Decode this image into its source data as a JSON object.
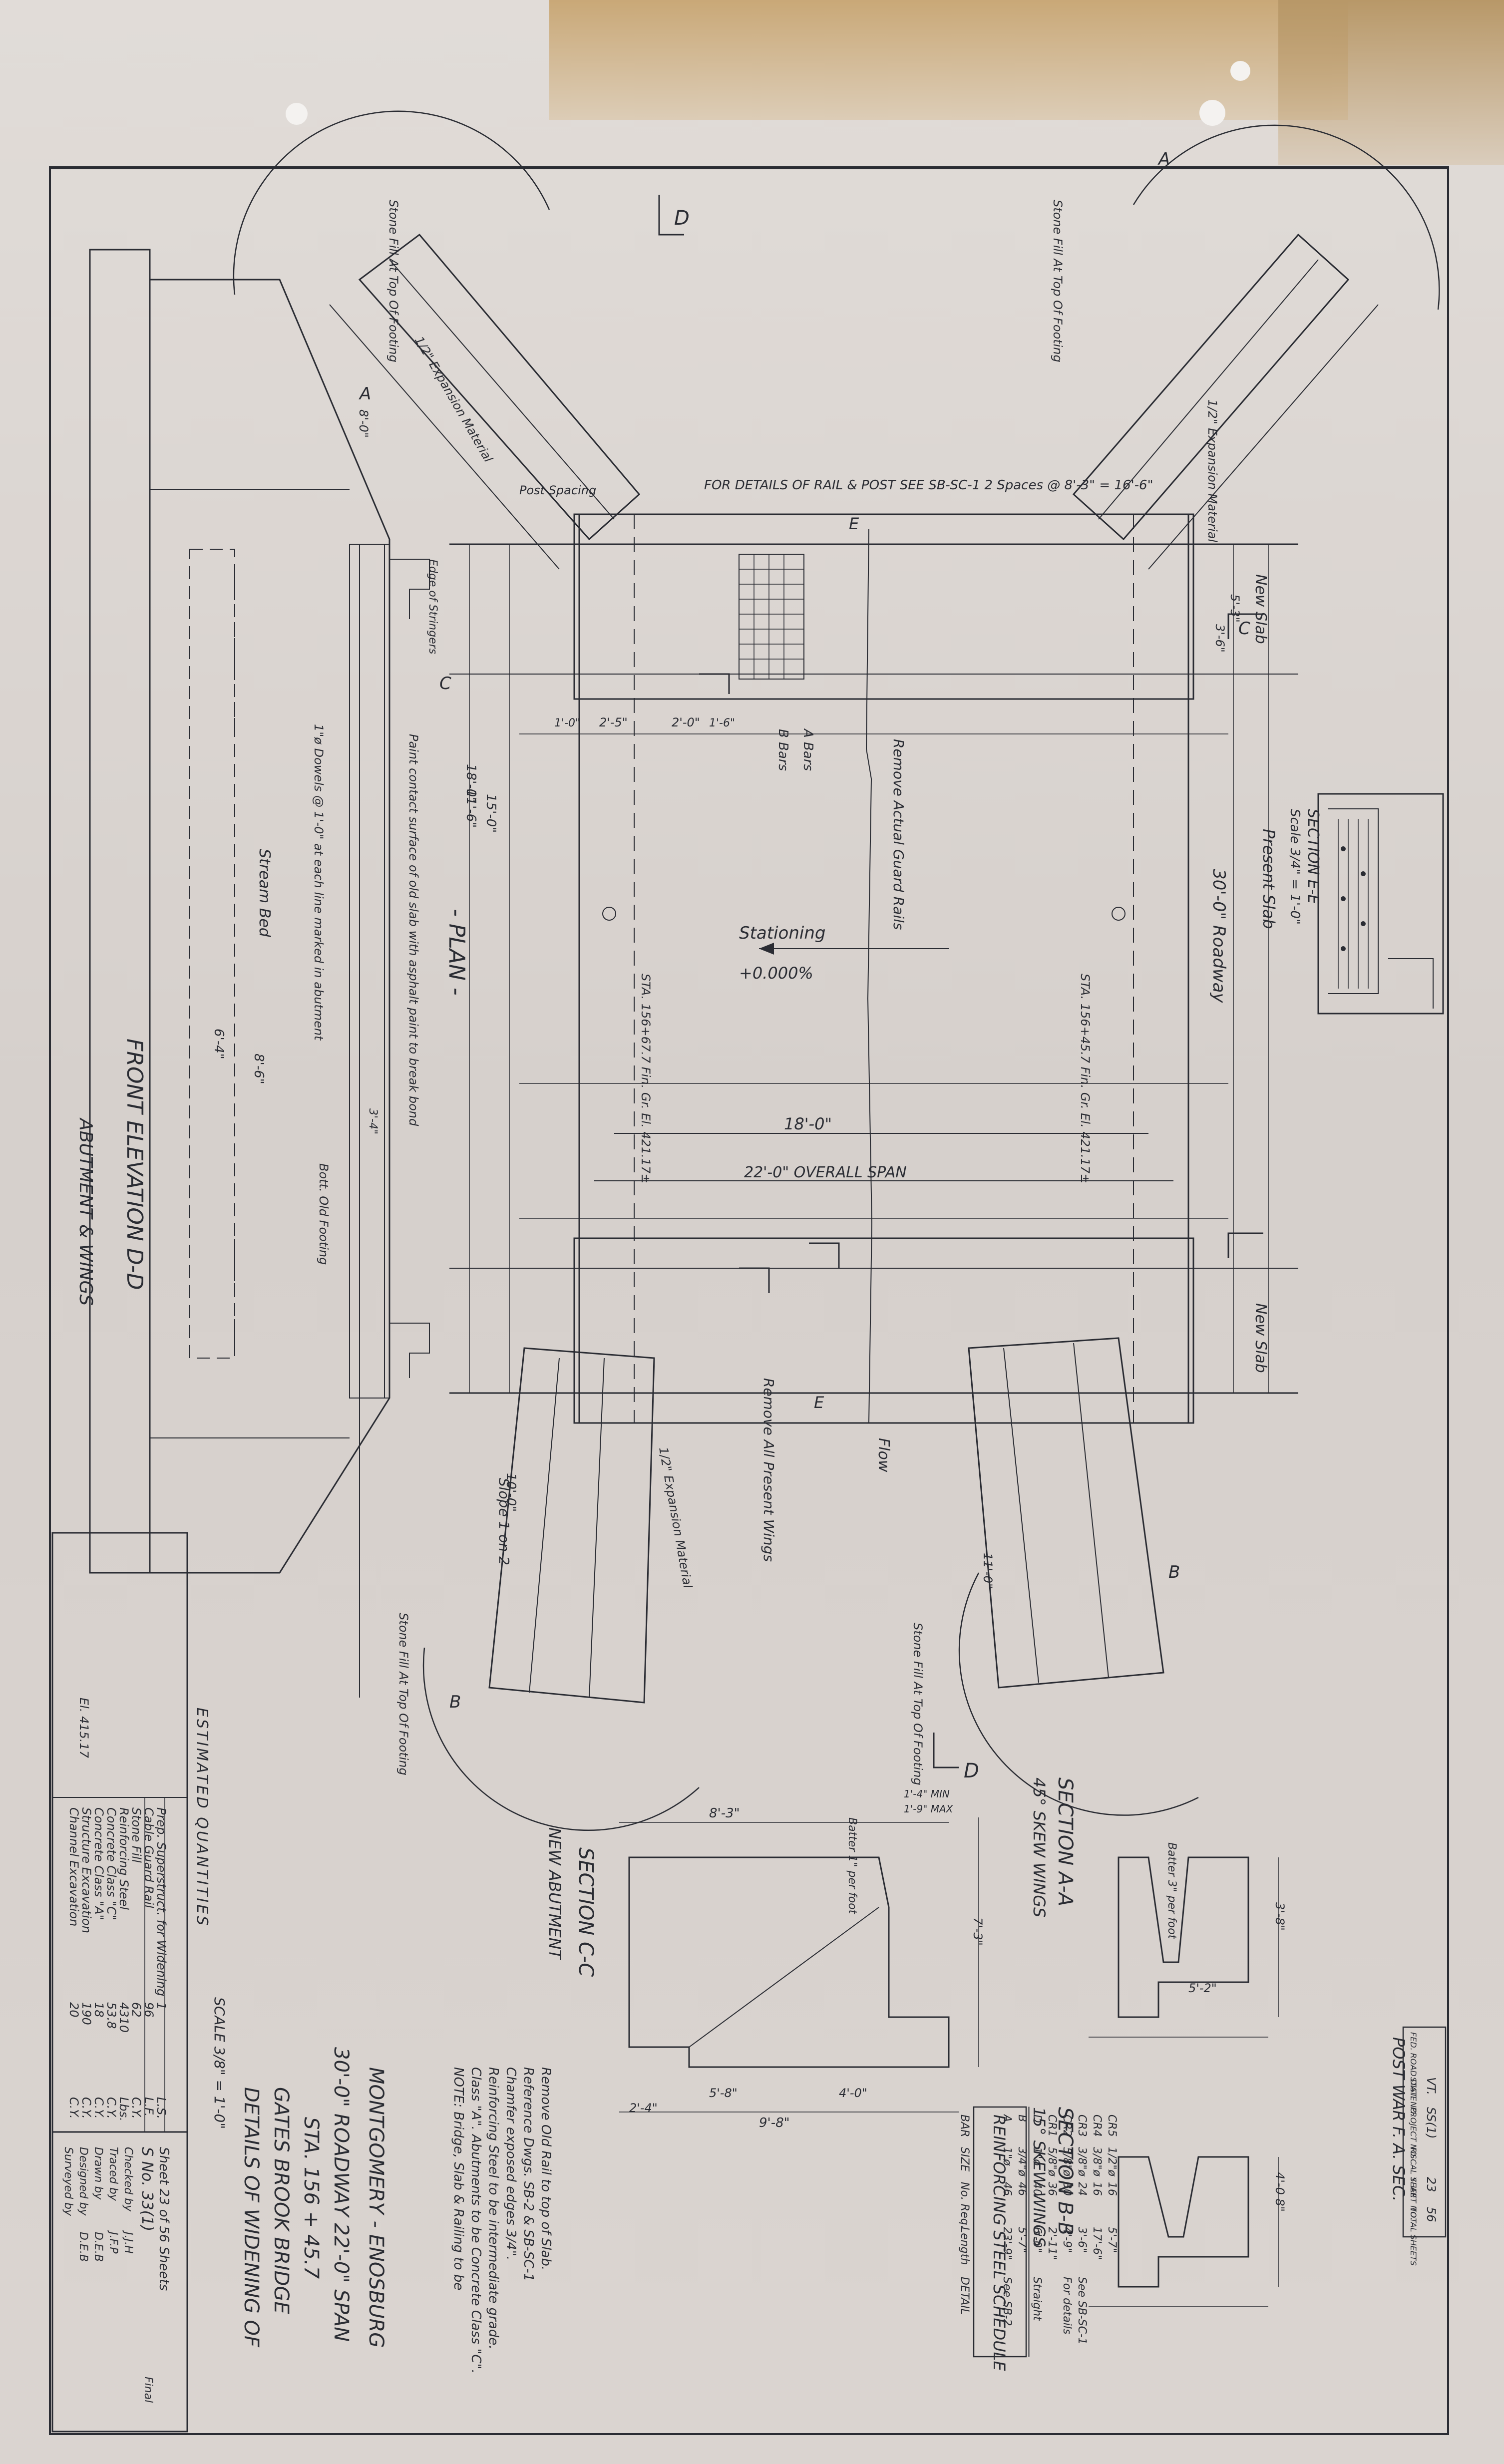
{
  "state_box": {
    "headers": [
      "FED. ROAD DIST. NO.",
      "STATE",
      "PROJECT NO.",
      "FISCAL YEAR",
      "SHEET NO.",
      "TOTAL SHEETS"
    ],
    "state": "VT.",
    "project": "SS(1)",
    "sheet": "23",
    "total": "56",
    "caption": "POST WAR F. A. SEC."
  },
  "title_block": {
    "lines": [
      "DETAILS OF WIDENING OF",
      "GATES BROOK BRIDGE",
      "STA. 156 + 45.7",
      "30'-0\" ROADWAY    22'-0\" SPAN",
      "MONTGOMERY - ENOSBURG"
    ],
    "scale": "SCALE 3/8\" = 1'-0\""
  },
  "credits": {
    "rows": [
      {
        "label": "Surveyed by",
        "value": ""
      },
      {
        "label": "Designed by",
        "value": "D.E.B"
      },
      {
        "label": "Drawn by",
        "value": "D.E.B"
      },
      {
        "label": "Traced by",
        "value": "J.F.P"
      },
      {
        "label": "Checked by",
        "value": "J.J.H"
      }
    ],
    "series": "S No. 33(1)",
    "sheet": "Sheet 23 of 56 Sheets",
    "final": "Final"
  },
  "quantities": {
    "heading": "ESTIMATED QUANTITIES",
    "items": [
      {
        "item": "Channel Excavation",
        "q1": "20",
        "q2": "",
        "unit": "C.Y."
      },
      {
        "item": "Structure Excavation",
        "q1": "190",
        "q2": "",
        "unit": "C.Y."
      },
      {
        "item": "Concrete Class \"A\"",
        "q1": "18",
        "q2": "",
        "unit": "C.Y."
      },
      {
        "item": "Concrete Class \"C\"",
        "q1": "53.8",
        "q2": "",
        "unit": "C.Y."
      },
      {
        "item": "Reinforcing Steel",
        "q1": "4310",
        "q2": "",
        "unit": "Lbs."
      },
      {
        "item": "Stone Fill",
        "q1": "62",
        "q2": "",
        "unit": "C.Y."
      },
      {
        "item": "Cable Guard Rail",
        "q1": "96",
        "q2": "",
        "unit": "L.F."
      },
      {
        "item": "Prep. Superstruct. for Widening",
        "q1": "1",
        "q2": "",
        "unit": "L.S."
      }
    ]
  },
  "schedule": {
    "title": "REINFORCING STEEL SCHEDULE",
    "headers": [
      "BAR",
      "SIZE",
      "No. Req.",
      "Length",
      "DETAIL"
    ],
    "rows": [
      [
        "A",
        "1\"ø",
        "46",
        "23'-9\"",
        "See SB-2"
      ],
      [
        "B",
        "3/4\"ø",
        "46",
        "5'-7\"",
        ""
      ],
      [
        "D",
        "1\"ø",
        "40",
        "6'-0\"",
        "Straight"
      ],
      [
        "CR1",
        "5/8\"ø",
        "36",
        "2'-11\"",
        ""
      ],
      [
        "CR2",
        "5/8\"ø",
        "30",
        "4'-9\"",
        "For details"
      ],
      [
        "CR3",
        "3/8\"ø",
        "24",
        "3'-6\"",
        "See SB-SC-1"
      ],
      [
        "CR4",
        "3/8\"ø",
        "16",
        "17'-6\"",
        ""
      ],
      [
        "CR5",
        "1/2\"ø",
        "16",
        "5'-7\"",
        ""
      ]
    ]
  },
  "note": {
    "lines": [
      "NOTE: Bridge, Slab & Railing to be",
      "Class \"A\". Abutments to be Concrete Class \"C\".",
      "Reinforcing Steel to be intermediate grade.",
      "Chamfer exposed edges 3/4\".",
      "Reference Dwgs. SB-2 & SB-SC-1",
      "Remove Old Rail to top of Slab."
    ]
  },
  "views": {
    "front_elevation": "FRONT ELEVATION D-D",
    "front_sub": "ABUTMENT & WINGS",
    "plan": "- PLAN -",
    "section_cc": "SECTION C-C",
    "section_cc_sub": "NEW ABUTMENT",
    "section_aa": "SECTION A-A",
    "section_aa_sub": "45° SKEW WINGS",
    "section_bb": "SECTION B-B",
    "section_bb_sub": "15° SKEW WINGS",
    "section_ee": "SECTION E-E",
    "section_ee_sub": "Scale 3/4\" = 1'-0\"",
    "present_slab": "Present Slab"
  },
  "plan_labels": {
    "roadway": "30'-0\" Roadway",
    "overall_span": "22'-0\" OVERALL SPAN",
    "clear": "18'-0\"",
    "stationing": "Stationing",
    "grade": "+0.000%",
    "sta1": "STA. 156+45.7  Fin. Gr. El. 421.17±",
    "sta2": "STA. 156+67.7  Fin. Gr. El. 421.17±",
    "new_slab_top": "New Slab",
    "new_slab_bottom": "New Slab",
    "remove_rail": "Remove Actual Guard Rails",
    "remove_wings": "Remove All Present Wings",
    "flow": "Flow",
    "rail_note": "FOR DETAILS OF RAIL & POST SEE SB-SC-1   2 Spaces @ 8'-3\" = 16'-6\"",
    "post_spacing": "Post Spacing",
    "a_bars": "A Bars",
    "b_bars": "B Bars",
    "exp_top": "1/2\" Expansion Material",
    "exp_right": "1/2\" Expansion Material",
    "exp_bottom": "1/2\" Expansion Material",
    "stone_fill_tl": "Stone Fill At Top Of Footing",
    "stone_fill_tr": "Stone Fill At Top Of Footing",
    "stone_fill_bl": "Stone Fill At Top Of Footing",
    "stone_fill_br": "Stone Fill At Top Of Footing",
    "slope": "Slope 1 on 2",
    "dowels": "1\"ø Dowels @ 1'-0\" at each line marked in abutment",
    "paint": "Paint contact surface of old slab with asphalt paint to break bond",
    "edge_stringers": "Edge of Stringers",
    "stream_bed": "Stream Bed",
    "bott_footing": "Bott. Old Footing",
    "elev": "El. 415.17"
  },
  "dims": {
    "d_18_0": "18'-0\"",
    "d_15_0": "15'-0\"",
    "d_11_6": "11'-6\"",
    "d_10_0": "10'-0\"",
    "d_6_4": "6'-4\"",
    "d_8_6": "8'-6\"",
    "d_3_4": "3'-4\"",
    "d_2_0": "2'-0\"",
    "d_2_5": "2'-5\"",
    "d_1_6": "1'-6\"",
    "d_1_0": "1'-0\"",
    "d_5_3": "5'-3\"",
    "d_3_6": "3'-6\"",
    "d_11_0": "11'-0\"",
    "d_8_0": "8'-0\"",
    "d_8_3": "8'-3\"",
    "d_5_8": "5'-8\"",
    "d_9_8": "9'-8\"",
    "d_4_0": "4'-0\"",
    "d_2_4": "2'-4\"",
    "d_7_3": "7'-3\"",
    "d_5_2": "5'-2\"",
    "d_3_8": "3'-8\"",
    "d_4_08": "4'-0 8\"",
    "min": "1'-4\" MIN",
    "max": "1'-9\" MAX",
    "batter": "Batter 1\" per foot",
    "batter2": "Batter 3\" per foot"
  },
  "marks": {
    "A": "A",
    "B": "B",
    "C": "C",
    "D": "D",
    "E": "E"
  }
}
